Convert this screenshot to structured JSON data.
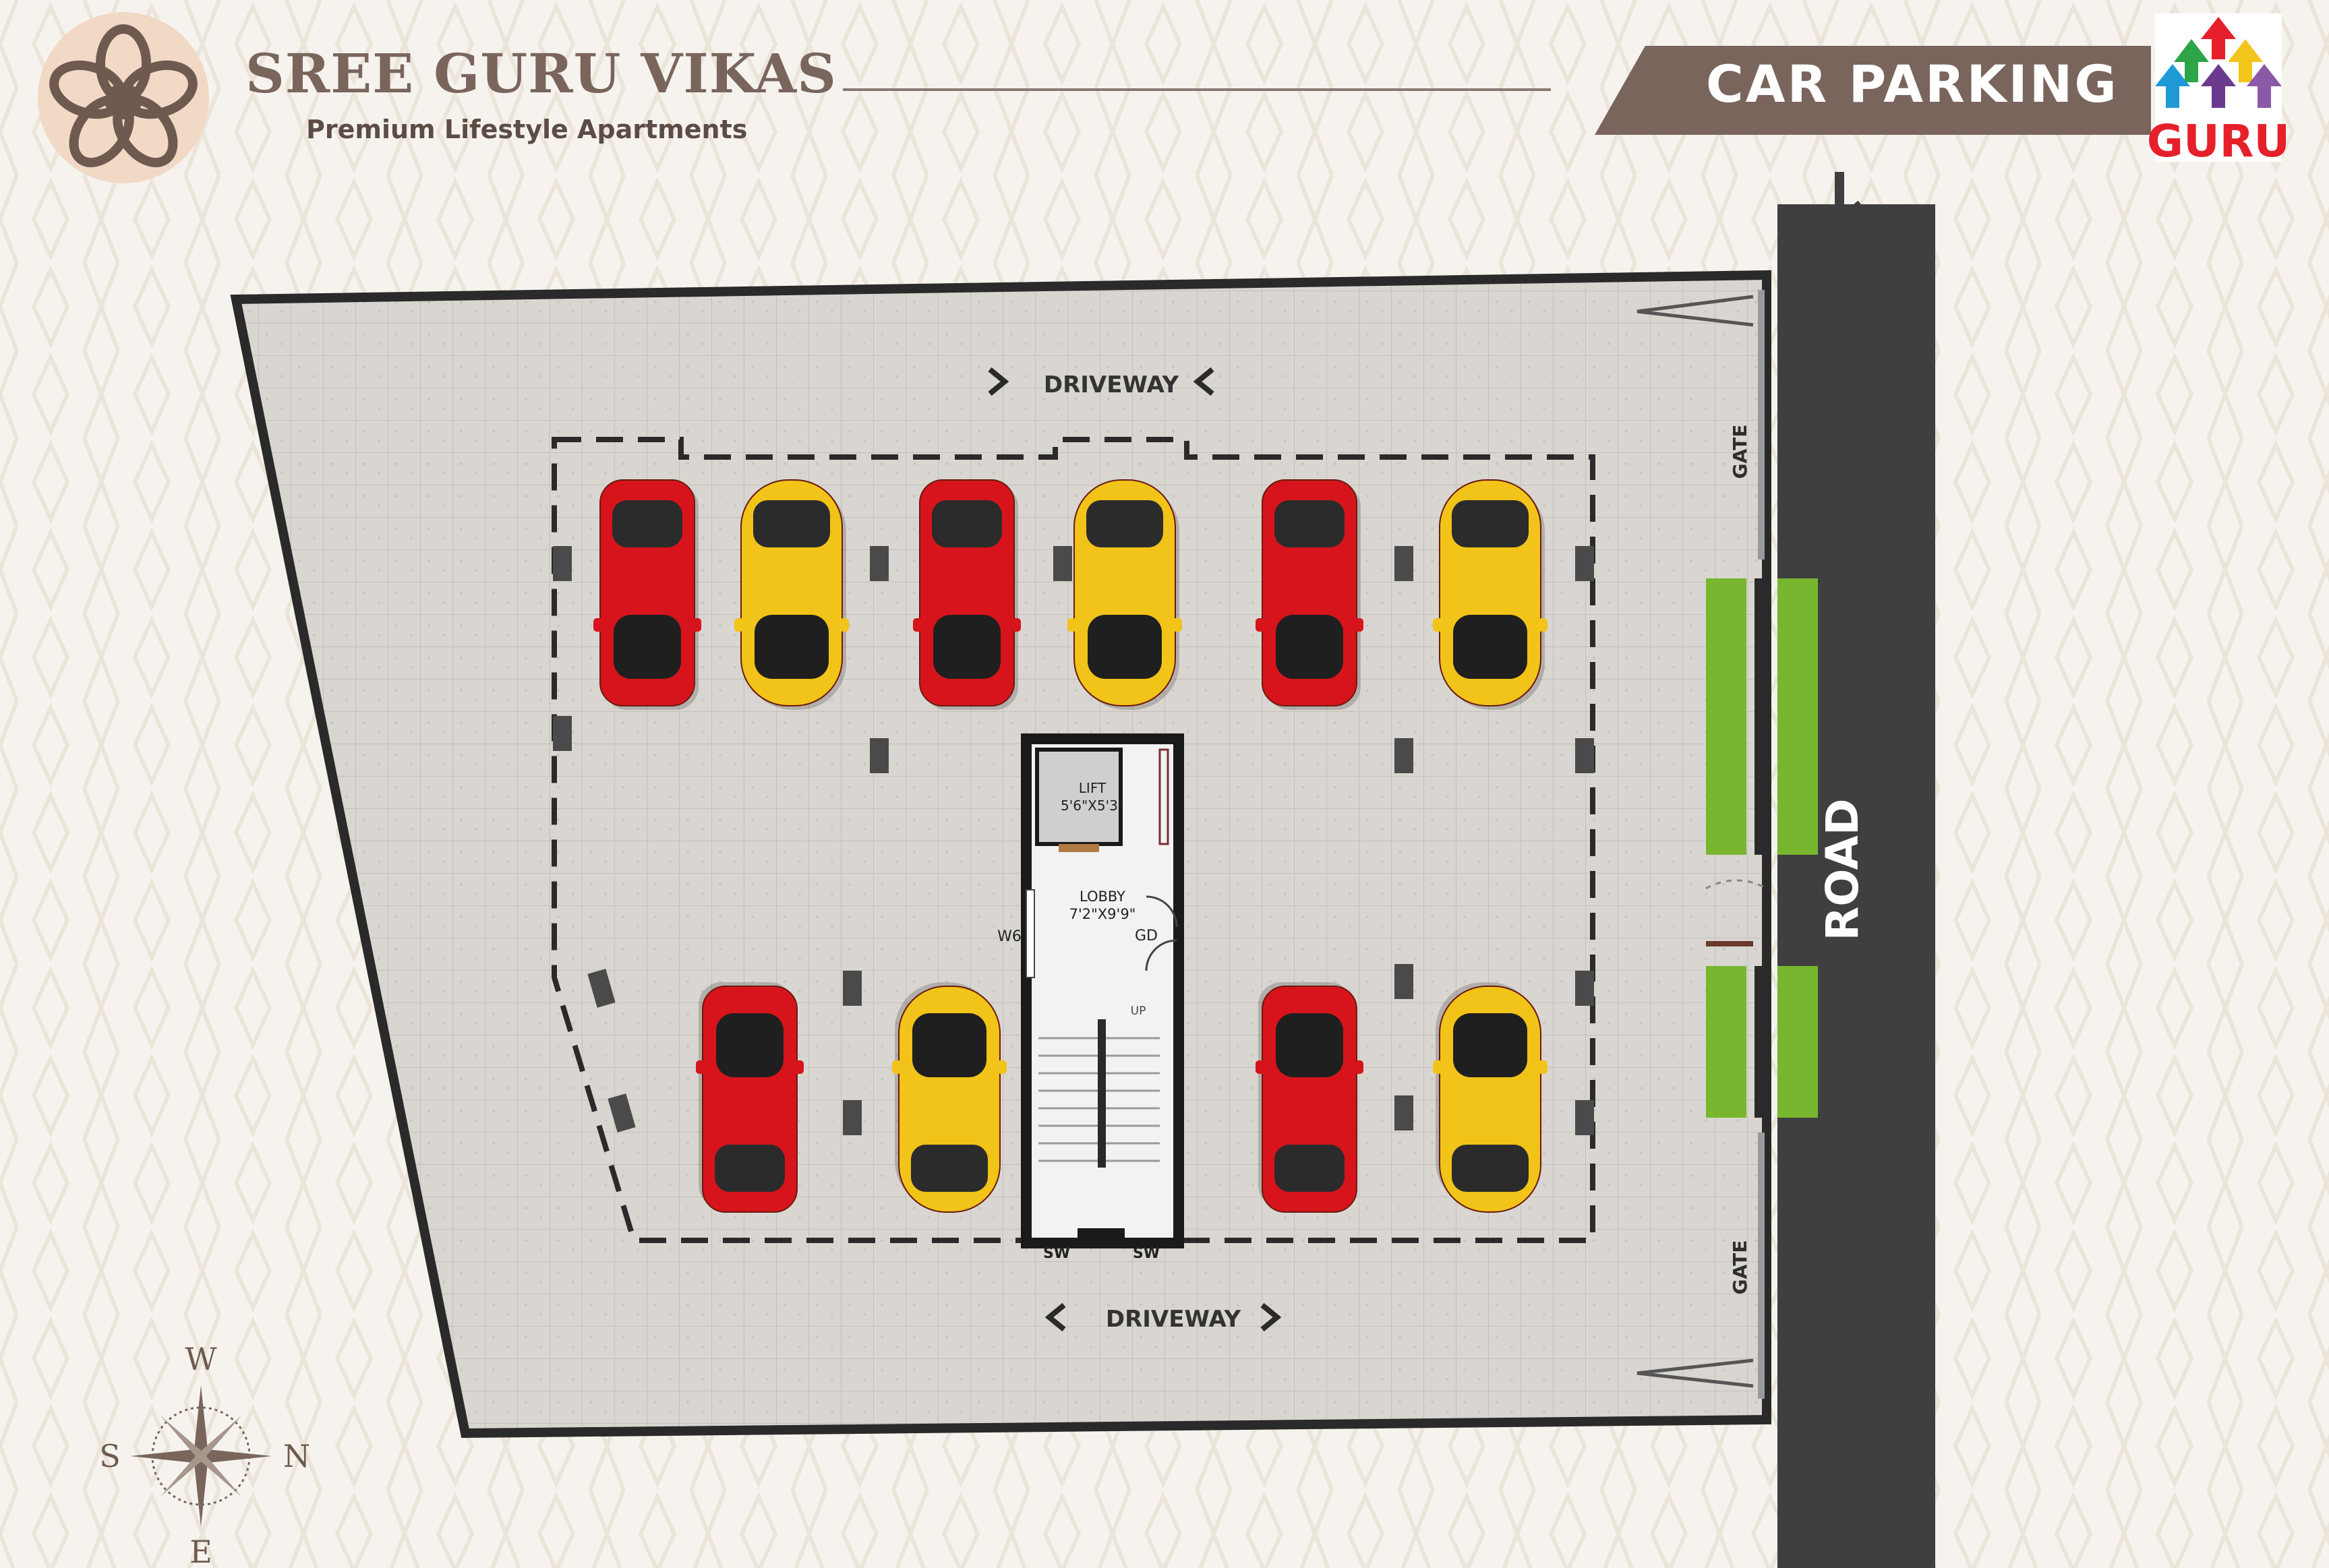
{
  "brand": {
    "name": "SREE GURU VIKAS",
    "tagline": "Premium Lifestyle Apartments",
    "logo_icon": "flower-emblem-icon",
    "colors": {
      "primary": "#7a655c",
      "logo_bg": "#f1d9c6"
    }
  },
  "banner": {
    "title": "CAR PARKING",
    "color": "#7a655c",
    "logo_text": "GURU",
    "logo_icon": "colored-arrows-house-icon"
  },
  "plan": {
    "driveway_top": "DRIVEWAY",
    "driveway_bottom": "DRIVEWAY",
    "gate_top": "GATE",
    "gate_bottom": "GATE",
    "road": "ROAD",
    "lift_name": "LIFT",
    "lift_size": "5'6\"X5'3\"",
    "lobby_name": "LOBBY",
    "lobby_size": "7'2\"X9'9\"",
    "gd": "GD",
    "w6": "W6",
    "up": "UP",
    "sw_left": "SW",
    "sw_right": "SW",
    "car_colors": {
      "red": "#d7141b",
      "yellow": "#f2c318"
    },
    "top_row_cars": [
      "red",
      "yellow",
      "red",
      "yellow",
      "red",
      "yellow"
    ],
    "bottom_row_cars": [
      "red",
      "yellow",
      "red",
      "yellow"
    ]
  },
  "compass": {
    "west": "W",
    "south": "S",
    "north": "N",
    "east": "E"
  }
}
